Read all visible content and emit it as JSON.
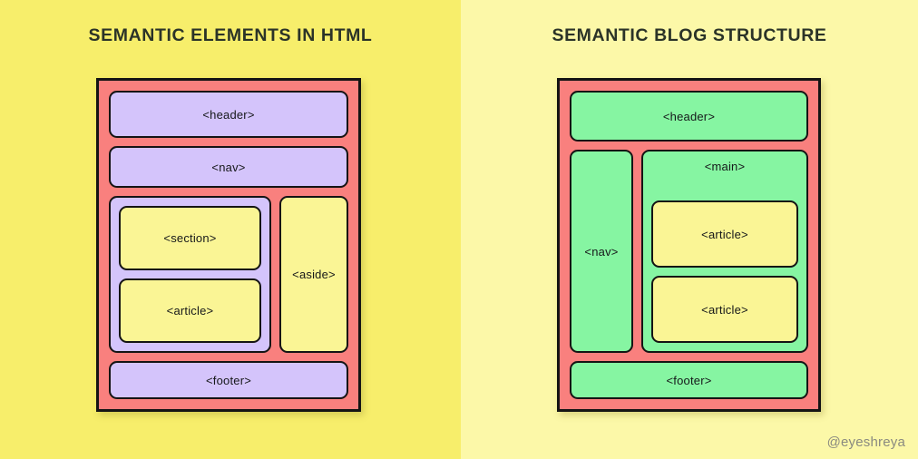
{
  "watermark": "@eyeshreya",
  "colors": {
    "bg_left": "#F7EE6B",
    "bg_right": "#FCF8A8",
    "frame": "#F9807E",
    "purple": "#D4C4FB",
    "green": "#86F5A2",
    "yellow": "#FAF595",
    "outline": "#141414",
    "title_text": "#2B3328",
    "watermark_text": "#8A8A80"
  },
  "panels": [
    {
      "title": "SEMANTIC ELEMENTS IN HTML",
      "blocks": {
        "header": "<header>",
        "nav": "<nav>",
        "section": "<section>",
        "article": "<article>",
        "aside": "<aside>",
        "footer": "<footer>"
      }
    },
    {
      "title": "SEMANTIC BLOG STRUCTURE",
      "blocks": {
        "header": "<header>",
        "nav": "<nav>",
        "main": "<main>",
        "article_one": "<article>",
        "article_two": "<article>",
        "footer": "<footer>"
      }
    }
  ]
}
